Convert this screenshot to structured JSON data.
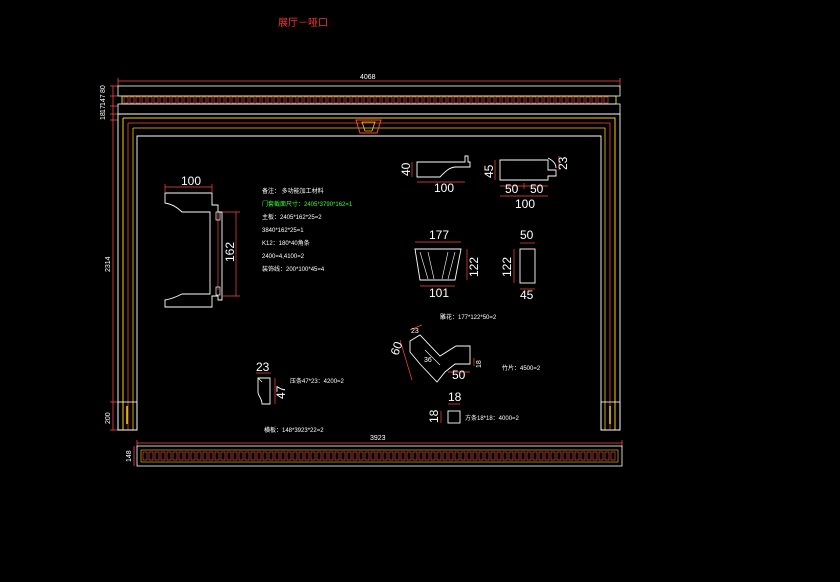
{
  "title": "展厅－哑口",
  "dimensions": {
    "top_width": "4068",
    "bottom_width": "3923",
    "left_height": "2314",
    "top_80": "80",
    "top_147": "147",
    "top_17": "17",
    "top_18": "18",
    "left_200": "200",
    "bottom_148": "148"
  },
  "section_a": {
    "w": "100",
    "h": "162"
  },
  "section_b": {
    "w": "100",
    "h": "40"
  },
  "section_c": {
    "w1": "50",
    "w2": "50",
    "w": "100",
    "h1": "45",
    "h2": "23"
  },
  "keystone": {
    "top": "177",
    "bottom": "101",
    "h": "122",
    "side_h": "122",
    "side_top": "50",
    "side_bottom": "45",
    "note": "雕花：177*122*50=2"
  },
  "crown": {
    "d23": "23",
    "d60": "60",
    "d36": "36",
    "d18": "18",
    "d50": "50",
    "note": "竹片：4500=2"
  },
  "small_sec": {
    "w": "23",
    "h": "47",
    "note": "压条47*23：4200=2"
  },
  "square": {
    "w": "18",
    "h": "18",
    "note": "方条18*18：4000=2"
  },
  "base_note": "横板：148*3923*22=2",
  "notes": [
    "备注：  多功能加工材料",
    "门套截面尺寸：2405*3790*162=1",
    "主板：2405*162*25=2",
    "      3840*162*25=1",
    "K12：180*40角条",
    "2400=4,4100=2",
    "装饰线：200*100*45=4"
  ]
}
